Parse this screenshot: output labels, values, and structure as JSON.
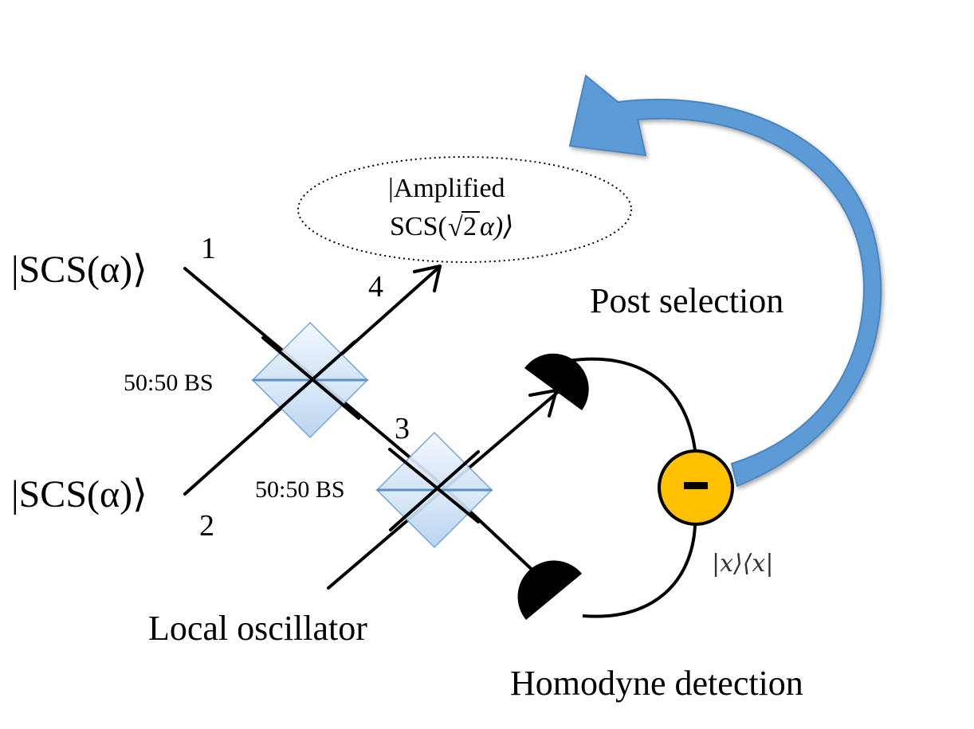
{
  "inputs": {
    "top_state": "|SCS(α)⟩",
    "bottom_state": "|SCS(α)⟩"
  },
  "ports": {
    "p1": "1",
    "p2": "2",
    "p3": "3",
    "p4": "4"
  },
  "beam_splitters": {
    "bs1_label": "50:50 BS",
    "bs2_label": "50:50 BS"
  },
  "output": {
    "line1": "|Amplified",
    "line2_prefix": "SCS(",
    "sqrt_symbol": "√",
    "sqrt_arg": "2",
    "line2_suffix": "α)⟩"
  },
  "labels": {
    "local_oscillator": "Local oscillator",
    "homodyne": "Homodyne detection",
    "post_selection": "Post selection",
    "projector": "|x⟩⟨x|",
    "minus_sign": "−"
  },
  "colors": {
    "feedback_arrow": "#5b9bd5",
    "feedback_arrow_edge": "#4a86c0",
    "subtractor_fill": "#ffc000",
    "bs_fill_light": "#eaf3fc",
    "bs_fill_dark": "#b9d5f0",
    "bs_edge": "#6a9fd4"
  }
}
